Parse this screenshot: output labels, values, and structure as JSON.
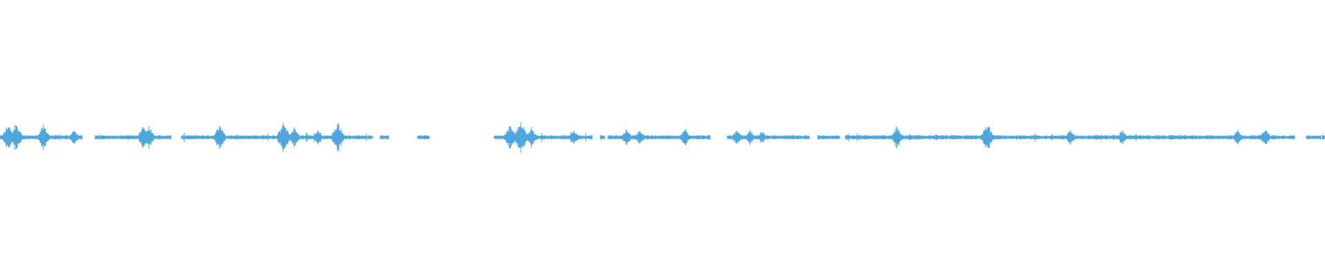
{
  "waveform": {
    "color": "#4ea6dc",
    "background": "#ffffff",
    "duration_fraction_segments": [
      {
        "start": 0.0,
        "end": 0.062,
        "peak": 0.06,
        "bursts": [
          {
            "at": 0.006,
            "amp": 0.05
          },
          {
            "at": 0.012,
            "amp": 0.06
          },
          {
            "at": 0.033,
            "amp": 0.05
          },
          {
            "at": 0.056,
            "amp": 0.03
          }
        ]
      },
      {
        "start": 0.072,
        "end": 0.129,
        "peak": 0.05,
        "bursts": [
          {
            "at": 0.108,
            "amp": 0.045
          },
          {
            "at": 0.112,
            "amp": 0.05
          }
        ]
      },
      {
        "start": 0.137,
        "end": 0.281,
        "peak": 0.06,
        "bursts": [
          {
            "at": 0.166,
            "amp": 0.05
          },
          {
            "at": 0.214,
            "amp": 0.06
          },
          {
            "at": 0.222,
            "amp": 0.04
          },
          {
            "at": 0.24,
            "amp": 0.03
          },
          {
            "at": 0.255,
            "amp": 0.06
          }
        ]
      },
      {
        "start": 0.287,
        "end": 0.293,
        "peak": 0.01,
        "bursts": []
      },
      {
        "start": 0.315,
        "end": 0.324,
        "peak": 0.01,
        "bursts": []
      },
      {
        "start": 0.373,
        "end": 0.447,
        "peak": 0.065,
        "bursts": [
          {
            "at": 0.385,
            "amp": 0.05
          },
          {
            "at": 0.393,
            "amp": 0.065
          },
          {
            "at": 0.401,
            "amp": 0.04
          },
          {
            "at": 0.433,
            "amp": 0.03
          }
        ]
      },
      {
        "start": 0.453,
        "end": 0.456,
        "peak": 0.01,
        "bursts": []
      },
      {
        "start": 0.459,
        "end": 0.536,
        "peak": 0.04,
        "bursts": [
          {
            "at": 0.473,
            "amp": 0.035
          },
          {
            "at": 0.483,
            "amp": 0.03
          },
          {
            "at": 0.517,
            "amp": 0.035
          }
        ]
      },
      {
        "start": 0.549,
        "end": 0.611,
        "peak": 0.035,
        "bursts": [
          {
            "at": 0.556,
            "amp": 0.03
          },
          {
            "at": 0.566,
            "amp": 0.03
          },
          {
            "at": 0.575,
            "amp": 0.025
          }
        ]
      },
      {
        "start": 0.617,
        "end": 0.634,
        "peak": 0.01,
        "bursts": []
      },
      {
        "start": 0.638,
        "end": 0.977,
        "peak": 0.055,
        "bursts": [
          {
            "at": 0.677,
            "amp": 0.045
          },
          {
            "at": 0.745,
            "amp": 0.055
          },
          {
            "at": 0.808,
            "amp": 0.03
          },
          {
            "at": 0.847,
            "amp": 0.03
          },
          {
            "at": 0.934,
            "amp": 0.03
          },
          {
            "at": 0.955,
            "amp": 0.035
          }
        ]
      },
      {
        "start": 0.986,
        "end": 0.997,
        "peak": 0.01,
        "bursts": []
      },
      {
        "start": 0.998,
        "end": 1.0,
        "peak": 0.01,
        "bursts": []
      }
    ]
  }
}
